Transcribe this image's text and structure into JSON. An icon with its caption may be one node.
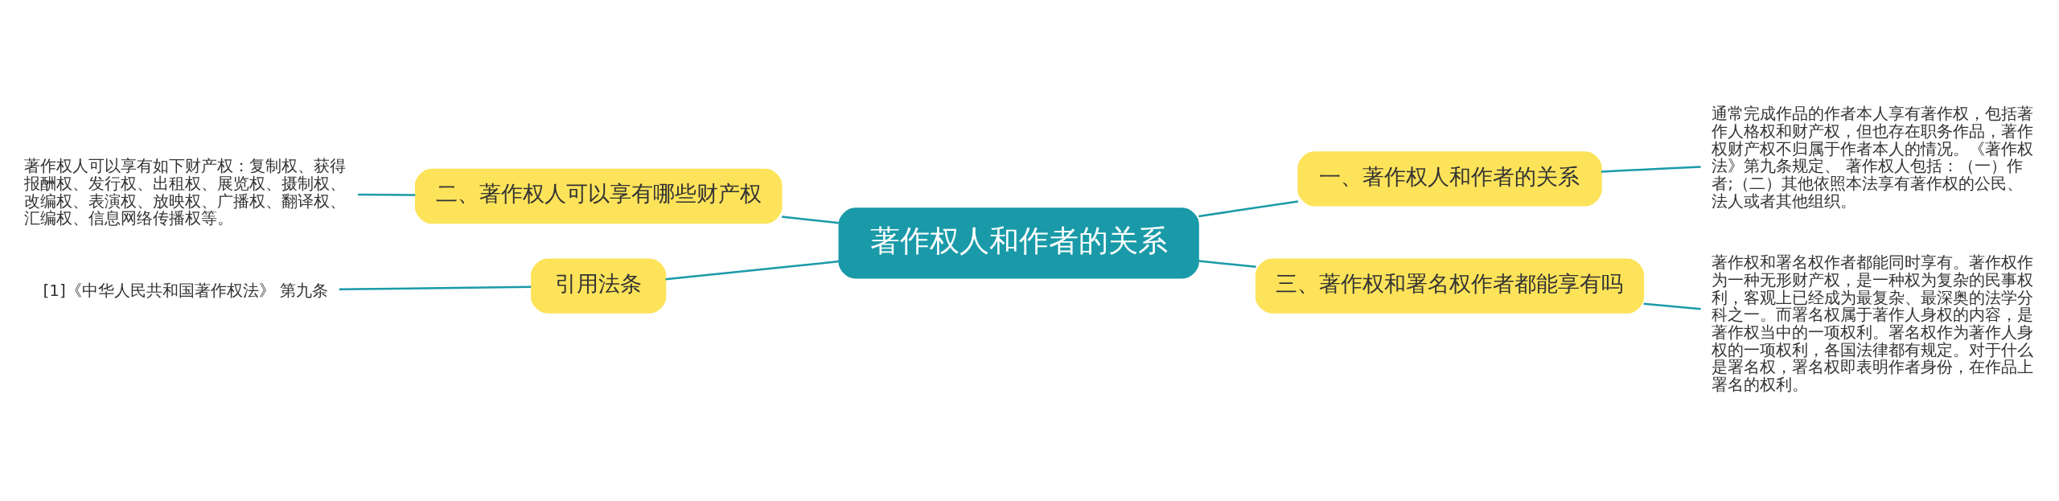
{
  "diagram": {
    "nodes": [
      {
        "text": [
          "著作权人和作者的关系"
        ]
      },
      {
        "text": [
          "一、著作权人和作者的关系"
        ]
      },
      {
        "text": [
          "通常完成作品的作者本人享有著作权，包括著作人格权和财产权，但也存在职务作品，著作权财产权不归属于作者本人的情况。《著作权法》第九条规定、 著作权人包括：（一）作者;（二）其他依照本法享有著作权的公民、法人或者其他组织。"
        ]
      },
      {
        "text": [
          "三、著作权和署名权作者都能享有吗"
        ]
      },
      {
        "text": [
          "著作权和署名权作者都能同时享有。著作权作为一种无形财产权，是一种权为复杂的民事权利，客观上已经成为最复杂、最深奥的法学分科之一。而署名权属于著作人身权的内容，是著作权当中的一项权利。署名权作为著作人身权的一项权利，各国法律都有规定。对于什么是署名权，署名权即表明作者身份，在作品上署名的权利。"
        ]
      },
      {
        "text": [
          "二、著作权人可以享有哪些财产权"
        ]
      },
      {
        "text": [
          "著作权人可以享有如下财产权：复制权、获得报酬权、发行权、出租权、展览权、摄制权、改编权、表演权、放映权、广播权、翻译权、汇编权、信息网络传播权等。"
        ]
      },
      {
        "text": [
          "引用法条"
        ]
      },
      {
        "text": [
          "[1]《中华人民共和国著作权法》 第九条"
        ]
      }
    ],
    "edges": [
      {
        "from": 0,
        "to": 1,
        "arrow": "none"
      },
      {
        "from": 1,
        "to": 2,
        "arrow": "none"
      },
      {
        "from": 0,
        "to": 3,
        "arrow": "none"
      },
      {
        "from": 3,
        "to": 4,
        "arrow": "none"
      },
      {
        "from": 0,
        "to": 5,
        "arrow": "none"
      },
      {
        "from": 5,
        "to": 6,
        "arrow": "none"
      },
      {
        "from": 0,
        "to": 7,
        "arrow": "none"
      },
      {
        "from": 7,
        "to": 8,
        "arrow": "none"
      }
    ]
  }
}
